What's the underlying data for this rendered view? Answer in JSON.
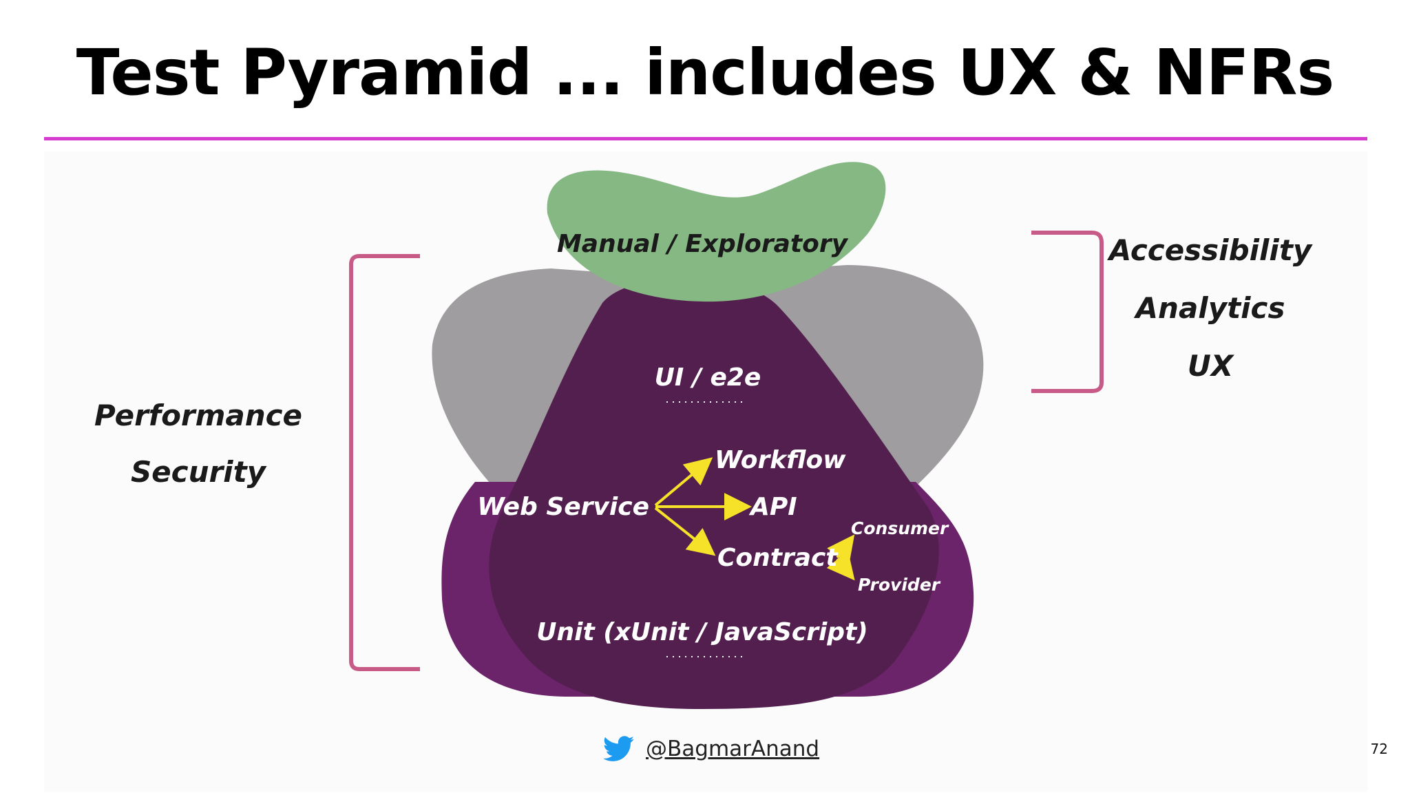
{
  "slide": {
    "title": "Test Pyramid ... includes UX & NFRs",
    "twitter_handle": "@BagmarAnand",
    "page_number": "72"
  },
  "diagram": {
    "top_layer": "Manual / Exploratory",
    "layers": {
      "ui": "UI / e2e",
      "service": "Web Service",
      "unit": "Unit (xUnit / JavaScript)"
    },
    "service_branches": [
      "Workflow",
      "API",
      "Contract"
    ],
    "contract_branches": [
      "Consumer",
      "Provider"
    ],
    "left_nfrs": [
      "Performance",
      "Security"
    ],
    "right_nfrs": [
      "Accessibility",
      "Analytics",
      "UX"
    ]
  },
  "colors": {
    "accent_rule": "#d63bd0",
    "bracket": "#c85a88",
    "green_blob": "#86b884",
    "grey_blob": "#9f9d9f",
    "purple_dark": "#531f4f",
    "purple_light": "#6b246a",
    "arrow": "#f7e22a",
    "twitter": "#1d9bf0"
  },
  "icons": {
    "footer_icon": "twitter-bird-icon"
  }
}
